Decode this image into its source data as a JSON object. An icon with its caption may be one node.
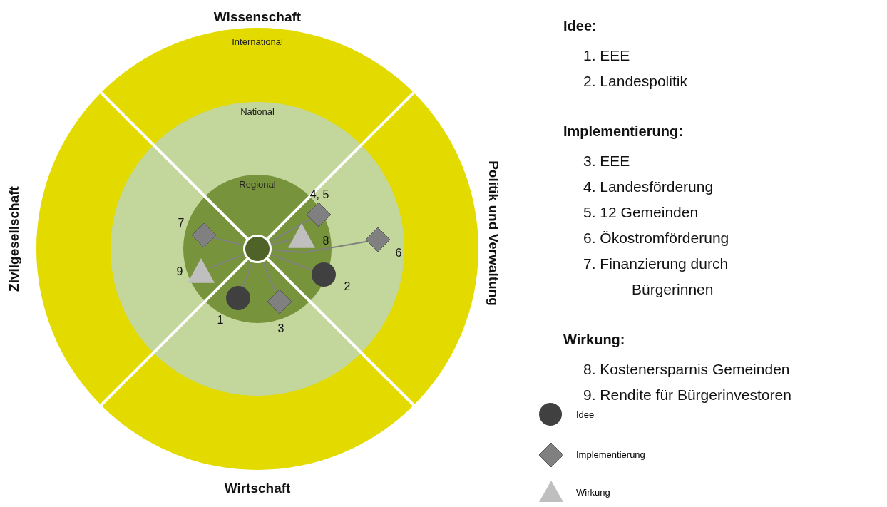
{
  "diagram": {
    "nodes": [
      {
        "text": [
          "International"
        ]
      },
      {
        "text": [
          "National"
        ],
        "in": 0
      },
      {
        "text": [
          "Regional"
        ],
        "in": 1
      },
      {
        "text": [],
        "shape": "circle",
        "in": 2
      },
      {
        "text": [],
        "shape": "diamond",
        "in": 2,
        "beside": [
          "4, 5"
        ]
      },
      {
        "text": [],
        "shape": "diamond",
        "in": 2,
        "beside": [
          "7"
        ]
      },
      {
        "text": [],
        "shape": "triangle",
        "in": 2,
        "beside": [
          "8"
        ]
      },
      {
        "text": [],
        "shape": "diamond",
        "in": 1,
        "beside": [
          "6"
        ]
      },
      {
        "text": [],
        "shape": "triangle",
        "in": 2,
        "beside": [
          "9"
        ]
      },
      {
        "text": [],
        "shape": "circle",
        "in": 2,
        "beside": [
          "2"
        ]
      },
      {
        "text": [],
        "shape": "circle",
        "in": 2,
        "beside": [
          "1"
        ]
      },
      {
        "text": [],
        "shape": "diamond",
        "in": 2,
        "beside": [
          "3"
        ]
      }
    ],
    "edges": [
      {
        "from": 3,
        "to": 4,
        "arrow": "none"
      },
      {
        "from": 3,
        "to": 5,
        "arrow": "none"
      },
      {
        "from": 3,
        "to": 6,
        "arrow": "none"
      },
      {
        "from": 3,
        "to": 7,
        "arrow": "none"
      },
      {
        "from": 3,
        "to": 8,
        "arrow": "none"
      },
      {
        "from": 3,
        "to": 9,
        "arrow": "none"
      },
      {
        "from": 3,
        "to": 10,
        "arrow": "none"
      },
      {
        "from": 3,
        "to": 11,
        "arrow": "none"
      }
    ],
    "labels": [
      "Wissenschaft",
      "Zivilgesellschaft",
      "Politik und Verwaltung",
      "Wirtschaft",
      "Idee:",
      "1. EEE",
      "2. Landespolitik",
      "Implementierung:",
      "3. EEE",
      "4. Landesförderung",
      "5. 12 Gemeinden",
      "6. Ökostromförderung",
      "7. Finanzierung durch Bürgerinnen",
      "Wirkung:",
      "8. Kostenersparnis Gemeinden",
      "9. Rendite für Bürgerinvestoren"
    ],
    "legend": [
      {
        "text": "Idee"
      },
      {
        "text": "Implementierung"
      },
      {
        "text": "Wirkung"
      }
    ]
  }
}
